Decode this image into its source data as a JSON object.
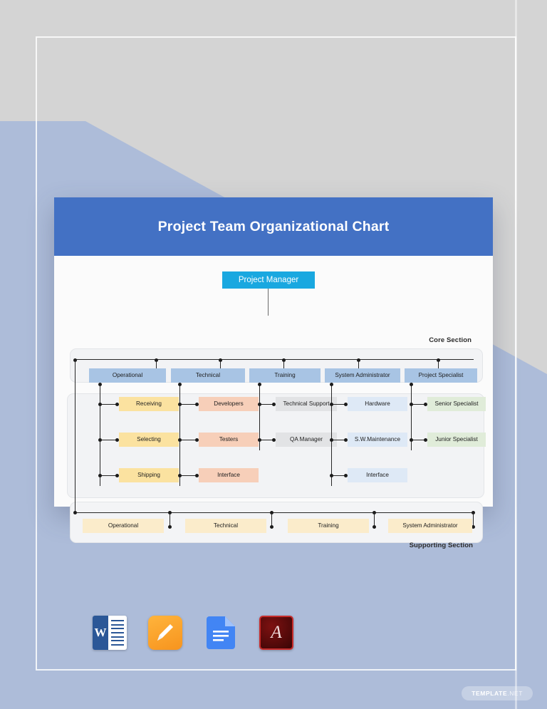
{
  "document": {
    "title": "Project Team Organizational Chart",
    "header_color": "#4371c4",
    "root": {
      "label": "Project Manager",
      "color": "#19a8e0"
    },
    "sections": {
      "core_caption": "Core Section",
      "supporting_caption": "Supporting Section"
    },
    "core_row": [
      {
        "label": "Operational",
        "color": "#a8c4e4"
      },
      {
        "label": "Technical",
        "color": "#a8c4e4"
      },
      {
        "label": "Training",
        "color": "#a8c4e4"
      },
      {
        "label": "System Administrator",
        "color": "#a8c4e4"
      },
      {
        "label": "Project Specialist",
        "color": "#a8c4e4"
      }
    ],
    "columns": [
      {
        "parent": "Operational",
        "color": "#fbe2a0",
        "items": [
          "Receiving",
          "Selecting",
          "Shipping"
        ]
      },
      {
        "parent": "Technical",
        "color": "#f7cfb9",
        "items": [
          "Developers",
          "Testers",
          "Interface"
        ]
      },
      {
        "parent": "Training",
        "color": "#e2e3e5",
        "items": [
          "Technical Support",
          "QA Manager"
        ]
      },
      {
        "parent": "System Administrator",
        "color": "#dee9f6",
        "items": [
          "Hardware",
          "S.W.Maintenance",
          "Interface"
        ]
      },
      {
        "parent": "Project Specialist",
        "color": "#e0ecd9",
        "items": [
          "Senior Specialist",
          "Junior Specialist"
        ]
      }
    ],
    "supporting_row": [
      {
        "label": "Operational",
        "color": "#fbeccb"
      },
      {
        "label": "Technical",
        "color": "#fbeccb"
      },
      {
        "label": "Training",
        "color": "#fbeccb"
      },
      {
        "label": "System Administrator",
        "color": "#fbeccb"
      }
    ]
  },
  "app_icons": [
    {
      "name": "microsoft-word-icon",
      "label": "W"
    },
    {
      "name": "apple-pages-icon",
      "label": ""
    },
    {
      "name": "google-docs-icon",
      "label": ""
    },
    {
      "name": "adobe-pdf-icon",
      "label": "A"
    }
  ],
  "watermark": {
    "brand": "TEMPLATE",
    "suffix": ".NET"
  }
}
